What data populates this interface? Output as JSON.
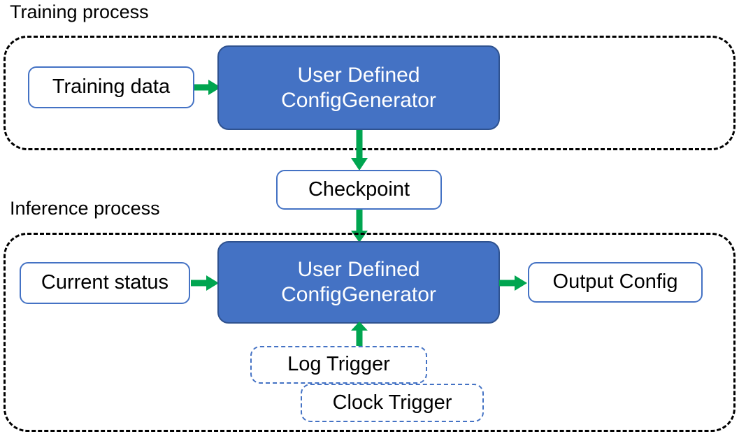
{
  "diagram": {
    "title_training": "Training process",
    "title_inference": "Inference process",
    "accent_green": "#00a550",
    "box_blue_fill": "#4472c4",
    "box_blue_stroke": "#2f528f",
    "outline_blue": "#4472c4",
    "dashed_group_stroke": "#000000",
    "text_dark": "#000000",
    "text_light": "#ffffff"
  },
  "training": {
    "input_box": "Training data",
    "process_box_line1": "User Defined",
    "process_box_line2": "ConfigGenerator"
  },
  "checkpoint": {
    "label": "Checkpoint"
  },
  "inference": {
    "input_box": "Current status",
    "process_box_line1": "User Defined",
    "process_box_line2": "ConfigGenerator",
    "output_box": "Output Config",
    "trigger_log": "Log Trigger",
    "trigger_clock": "Clock Trigger"
  }
}
